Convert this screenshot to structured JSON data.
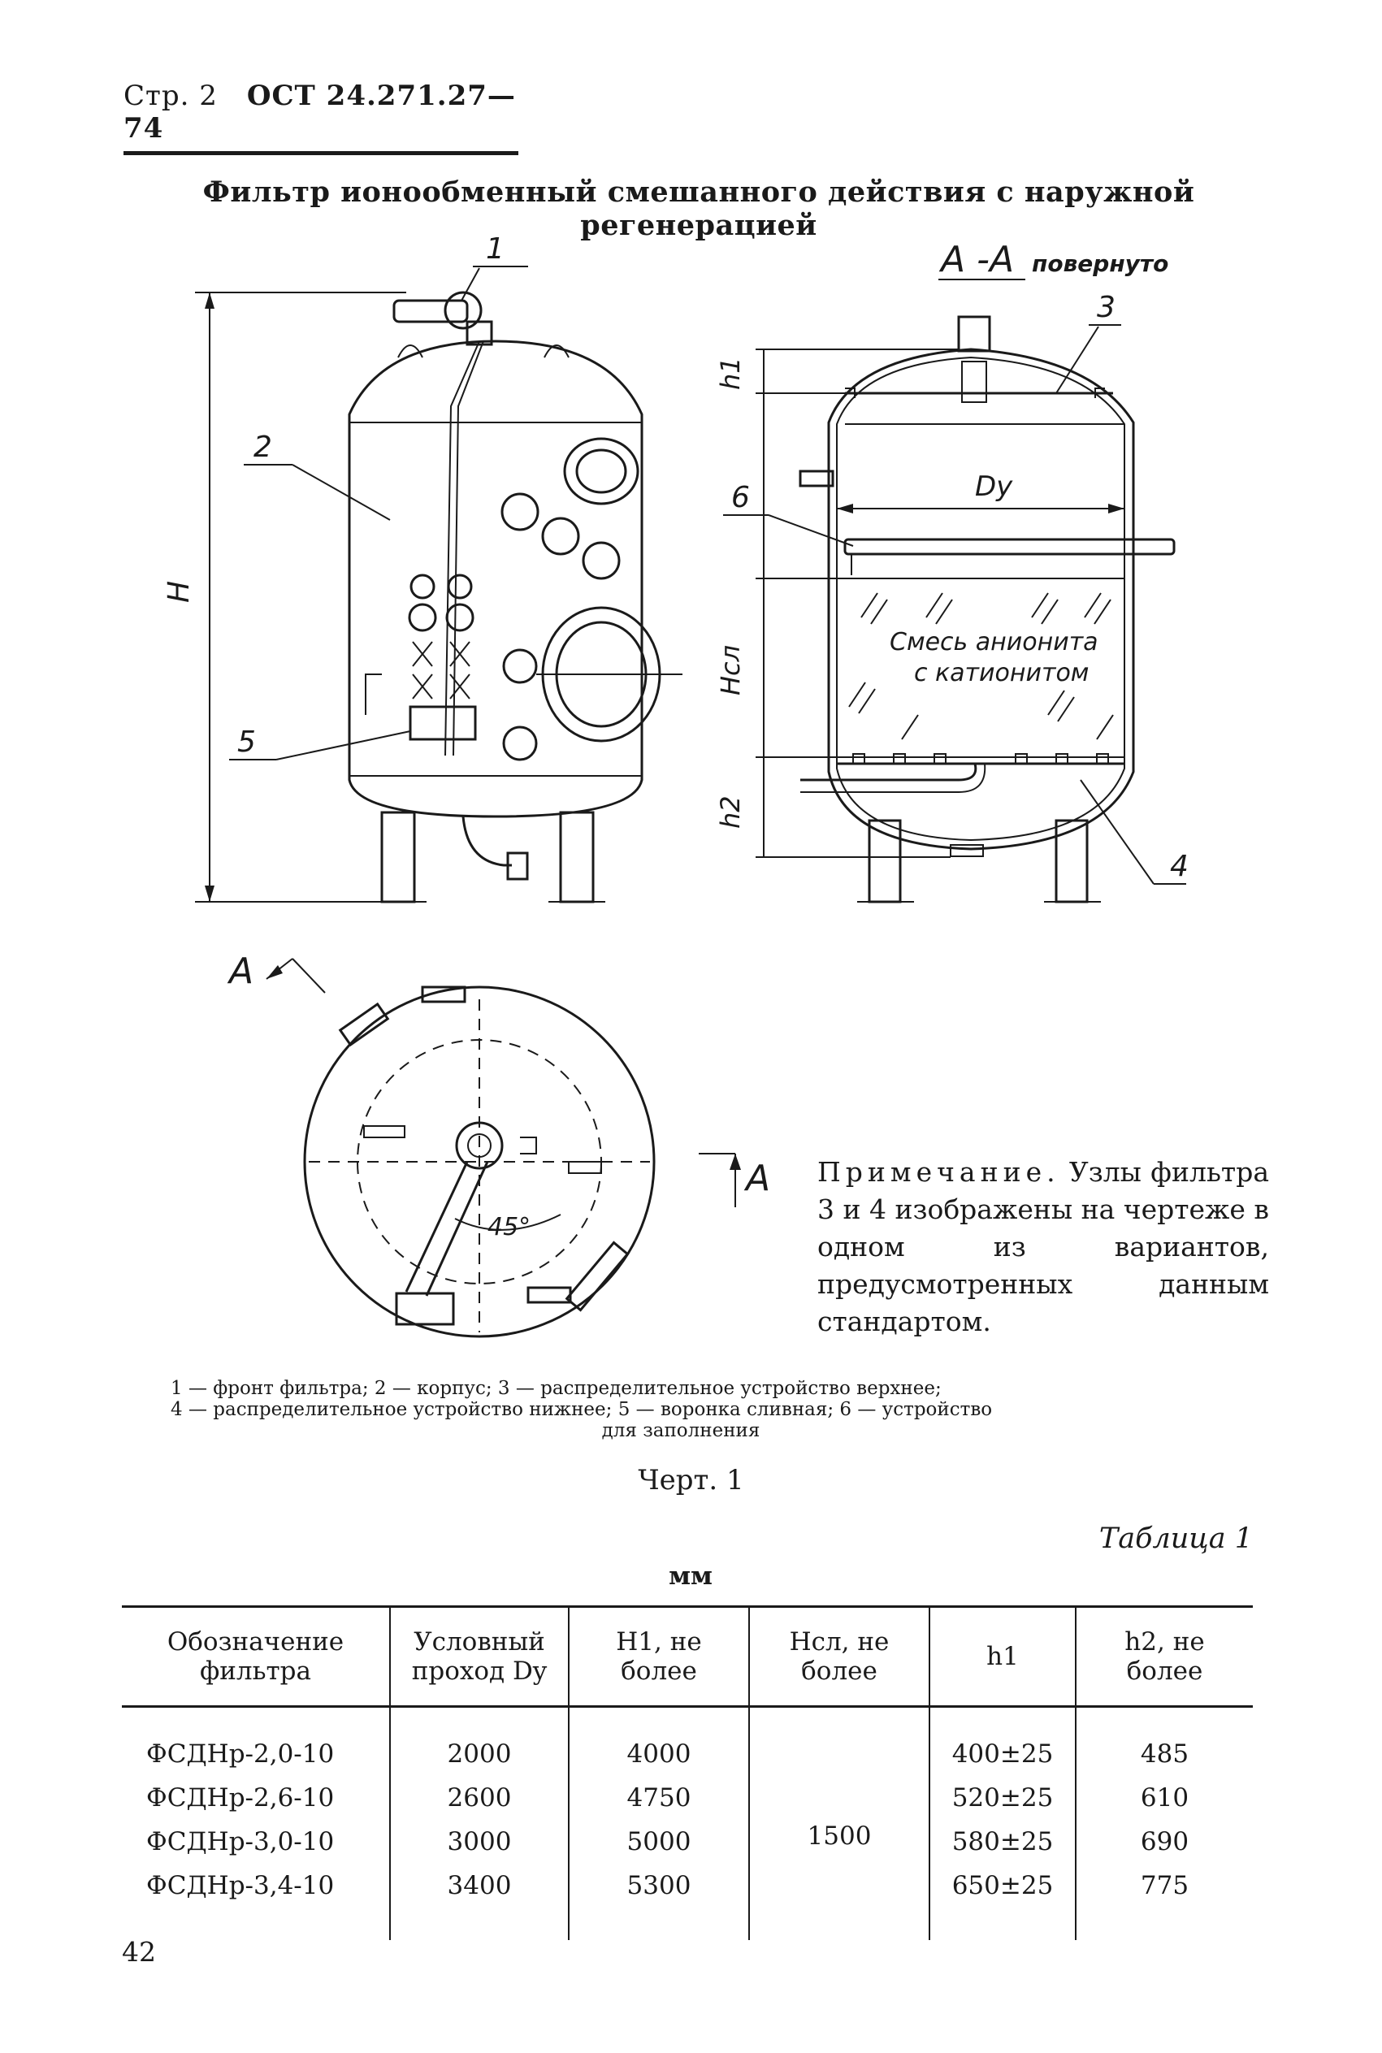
{
  "header": {
    "page": "Стр. 2",
    "standard": "ОСТ 24.271.27—74"
  },
  "title": "Фильтр ионообменный смешанного действия с наружной регенерацией",
  "drawing": {
    "section_label": "А -А",
    "section_note": "повернуто",
    "callouts": [
      "1",
      "2",
      "3",
      "4",
      "5",
      "6"
    ],
    "dim_H": "H",
    "dim_Dy": "Dy",
    "dim_h1": "h1",
    "dim_Hsl": "Hсл",
    "dim_h2": "h2",
    "mix_line1": "Смесь анионита",
    "mix_line2": "с катионитом",
    "arrow_A_top": "А",
    "arrow_A_right": "А",
    "angle": "45°"
  },
  "note": {
    "lead": "Примечание.",
    "text": " Узлы фильтра 3 и 4 изображены на чертеже в одном из вариантов, предусмотренных данным стандартом."
  },
  "legend": {
    "line1": "1 — фронт фильтра; 2 — корпус; 3 — распределительное устройство верхнее;",
    "line2": "4 — распределительное устройство нижнее; 5 — воронка сливная; 6 — устройство",
    "line3": "для заполнения"
  },
  "caption": "Черт. 1",
  "table_title": "Таблица 1",
  "units": "мм",
  "table": {
    "headers": [
      "Обозначение фильтра",
      "Условный проход Dy",
      "H1, не более",
      "Hсл, не более",
      "h1",
      "h2, не более"
    ],
    "rows": [
      {
        "name": "ФСДНр-2,0-10",
        "dy": "2000",
        "h_one": "4000",
        "h1": "400±25",
        "h2": "485"
      },
      {
        "name": "ФСДНр-2,6-10",
        "dy": "2600",
        "h_one": "4750",
        "h1": "520±25",
        "h2": "610"
      },
      {
        "name": "ФСДНр-3,0-10",
        "dy": "3000",
        "h_one": "5000",
        "h1": "580±25",
        "h2": "690"
      },
      {
        "name": "ФСДНр-3,4-10",
        "dy": "3400",
        "h_one": "5300",
        "h1": "650±25",
        "h2": "775"
      }
    ],
    "hsl_common": "1500"
  },
  "page_number": "42"
}
